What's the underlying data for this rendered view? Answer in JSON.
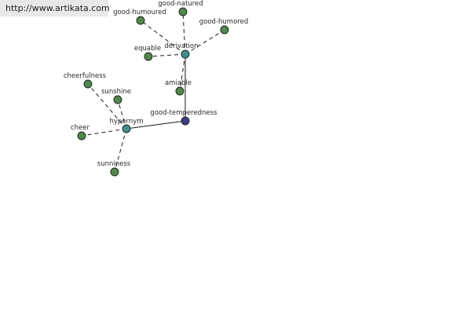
{
  "source_url": "http://www.artikata.com",
  "colors": {
    "leaf_node": "#4f8a4a",
    "hub_node": "#3f8f8f",
    "root_node": "#3c3f86"
  },
  "nodes": {
    "good_temperedness": "good-temperedness",
    "derivation": "derivation",
    "hypernym": "hypernym",
    "good_natured": "good-natured",
    "good_humoured": "good-humoured",
    "good_humored": "good-humored",
    "equable": "equable",
    "amiable": "amiable",
    "cheerfulness": "cheerfulness",
    "sunshine": "sunshine",
    "cheer": "cheer",
    "sunniness": "sunniness"
  }
}
